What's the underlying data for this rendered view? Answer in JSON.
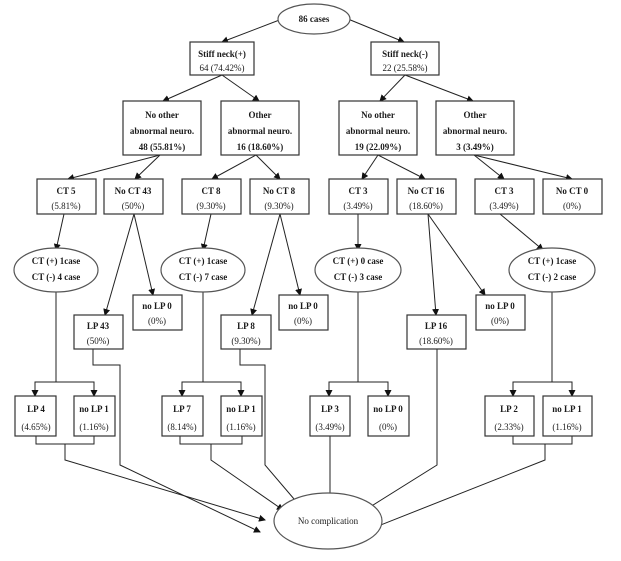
{
  "title": "86 cases flowchart",
  "root": {
    "label": "86 cases"
  },
  "level1": [
    {
      "id": "stiff_pos",
      "line1": "Stiff neck(+)",
      "line2": "64 (74.42%)"
    },
    {
      "id": "stiff_neg",
      "line1": "Stiff neck(-)",
      "line2": "22 (25.58%)"
    }
  ],
  "level2": [
    {
      "id": "pos_noother",
      "line1": "No other",
      "line2": "abnormal neuro.",
      "line3": "48 (55.81%)"
    },
    {
      "id": "pos_other",
      "line1": "Other",
      "line2": "abnormal neuro.",
      "line3": "16 (18.60%)"
    },
    {
      "id": "neg_noother",
      "line1": "No other",
      "line2": "abnormal neuro.",
      "line3": "19 (22.09%)"
    },
    {
      "id": "neg_other",
      "line1": "Other",
      "line2": "abnormal neuro.",
      "line3": "3 (3.49%)"
    }
  ],
  "level3": [
    {
      "id": "ct5",
      "line1": "CT 5",
      "line2": "(5.81%)"
    },
    {
      "id": "noct43",
      "line1": "No CT 43",
      "line2": "(50%)"
    },
    {
      "id": "ct8",
      "line1": "CT 8",
      "line2": "(9.30%)"
    },
    {
      "id": "noct8",
      "line1": "No CT 8",
      "line2": "(9.30%)"
    },
    {
      "id": "ct3a",
      "line1": "CT 3",
      "line2": "(3.49%)"
    },
    {
      "id": "noct16",
      "line1": "No CT 16",
      "line2": "(18.60%)"
    },
    {
      "id": "ct3b",
      "line1": "CT 3",
      "line2": "(3.49%)"
    },
    {
      "id": "noct0",
      "line1": "No CT 0",
      "line2": "(0%)"
    }
  ],
  "ct_results": [
    {
      "id": "ctres1",
      "line1": "CT (+) 1case",
      "line2": "CT (-) 4 case"
    },
    {
      "id": "ctres2",
      "line1": "CT (+) 1case",
      "line2": "CT (-) 7 case"
    },
    {
      "id": "ctres3",
      "line1": "CT (+) 0 case",
      "line2": "CT (-) 3 case"
    },
    {
      "id": "ctres4",
      "line1": "CT (+) 1case",
      "line2": "CT (-) 2 case"
    }
  ],
  "lp_direct": [
    {
      "id": "lp43",
      "line1": "LP 43",
      "line2": "(50%)"
    },
    {
      "id": "nolp0a",
      "line1": "no LP 0",
      "line2": "(0%)"
    },
    {
      "id": "lp8",
      "line1": "LP 8",
      "line2": "(9.30%)"
    },
    {
      "id": "nolp0b",
      "line1": "no LP 0",
      "line2": "(0%)"
    },
    {
      "id": "lp16",
      "line1": "LP 16",
      "line2": "(18.60%)"
    },
    {
      "id": "nolp0c",
      "line1": "no LP 0",
      "line2": "(0%)"
    }
  ],
  "lp_after_ct": [
    {
      "id": "lp4",
      "line1": "LP 4",
      "line2": "(4.65%)"
    },
    {
      "id": "nolp1a",
      "line1": "no LP 1",
      "line2": "(1.16%)"
    },
    {
      "id": "lp7",
      "line1": "LP 7",
      "line2": "(8.14%)"
    },
    {
      "id": "nolp1b",
      "line1": "no LP 1",
      "line2": "(1.16%)"
    },
    {
      "id": "lp3",
      "line1": "LP 3",
      "line2": "(3.49%)"
    },
    {
      "id": "nolp0d",
      "line1": "no LP 0",
      "line2": "(0%)"
    },
    {
      "id": "lp2",
      "line1": "LP 2",
      "line2": "(2.33%)"
    },
    {
      "id": "nolp1c",
      "line1": "no LP 1",
      "line2": "(1.16%)"
    }
  ],
  "outcome": {
    "label": "No complication"
  }
}
